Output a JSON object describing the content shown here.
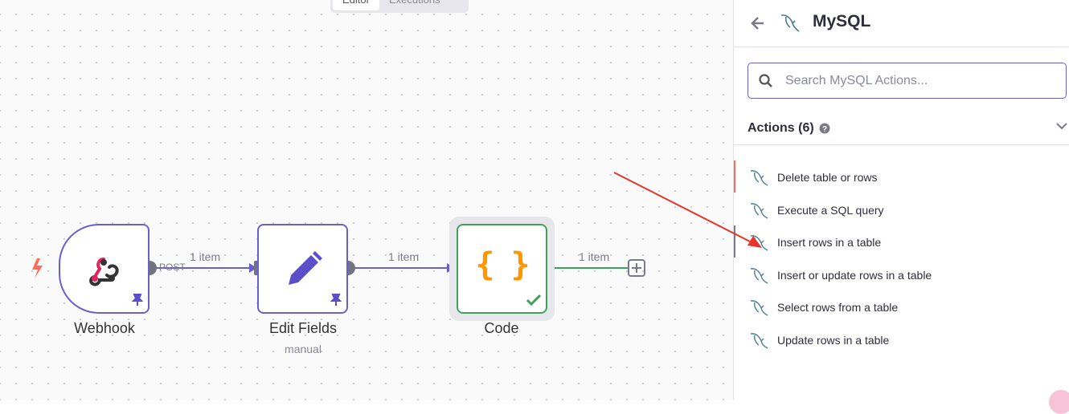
{
  "editor_tabs": [
    {
      "label": "Editor",
      "active": true
    },
    {
      "label": "Executions",
      "active": false
    }
  ],
  "canvas": {
    "nodes": [
      {
        "name": "Webhook",
        "subtitle": "",
        "icon": "webhook-icon"
      },
      {
        "name": "Edit Fields",
        "subtitle": "manual",
        "icon": "pencil-icon"
      },
      {
        "name": "Code",
        "subtitle": "",
        "icon": "code-braces-icon"
      }
    ],
    "edges": [
      {
        "label": "1 item",
        "output_label": "POST"
      },
      {
        "label": "1 item"
      },
      {
        "label": "1 item"
      }
    ],
    "code_glyph": "{ }"
  },
  "panel": {
    "title": "MySQL",
    "search_placeholder": "Search MySQL Actions...",
    "section_title": "Actions (6)",
    "actions": [
      {
        "label": "Delete table or rows"
      },
      {
        "label": "Execute a SQL query"
      },
      {
        "label": "Insert rows in a table"
      },
      {
        "label": "Insert or update rows in a table"
      },
      {
        "label": "Select rows from a table"
      },
      {
        "label": "Update rows in a table"
      }
    ]
  },
  "colors": {
    "accent": "#6b5fd0",
    "success": "#3fa15b",
    "trigger": "#ff6d5a",
    "code": "#ff9800",
    "annotation_arrow": "#e8342a"
  }
}
